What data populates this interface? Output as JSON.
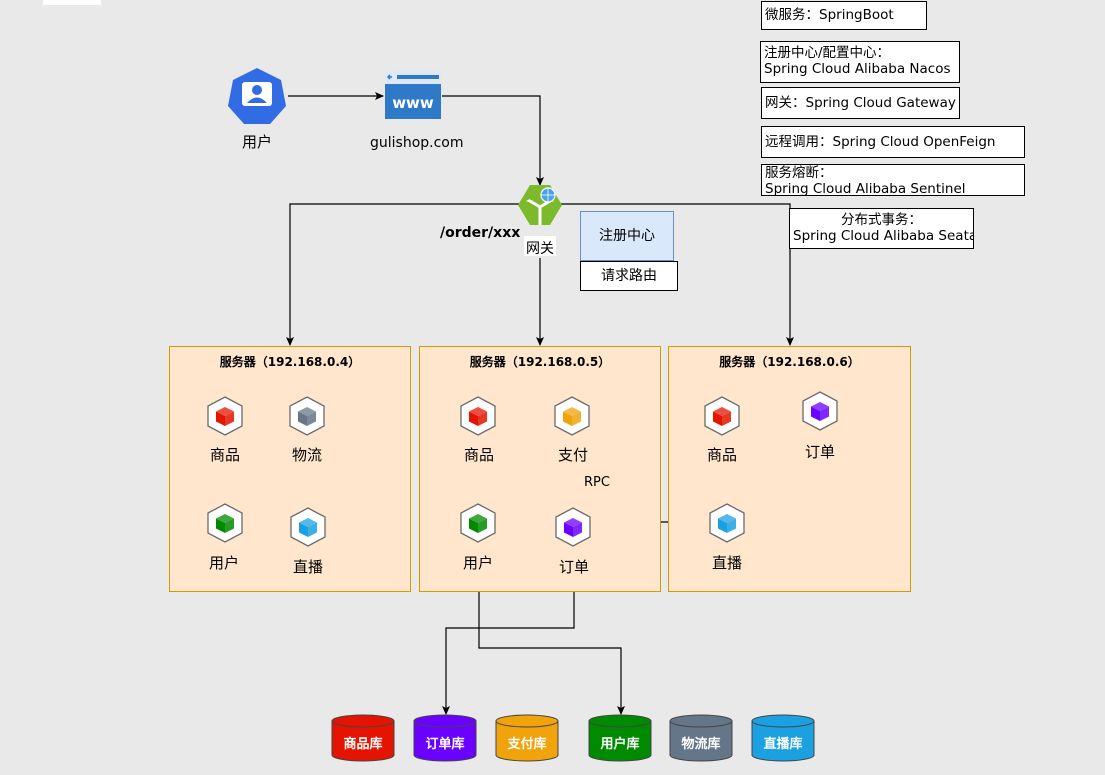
{
  "notes": {
    "microservice": "微服务：SpringBoot",
    "registry_line1": "注册中心/配置中心：",
    "registry_line2": "Spring Cloud Alibaba Nacos",
    "gateway": "网关：Spring Cloud Gateway",
    "rpc": "远程调用：Spring Cloud OpenFeign",
    "breaker_line1": "服务熔断：",
    "breaker_line2": "Spring Cloud Alibaba Sentinel",
    "tx_line1": "分布式事务：",
    "tx_line2": "Spring Cloud Alibaba Seata"
  },
  "user_label": "用户",
  "site_label": "gulishop.com",
  "site_icon_text": "www",
  "gateway_label": "网关",
  "route_path": "/order/xxx",
  "registry_box": "注册中心",
  "request_routing": "请求路由",
  "rpc_label": "RPC",
  "servers": [
    {
      "title": "服务器（192.168.0.4）",
      "services": [
        "商品",
        "物流",
        "用户",
        "直播"
      ]
    },
    {
      "title": "服务器（192.168.0.5）",
      "services": [
        "商品",
        "支付",
        "用户",
        "订单"
      ]
    },
    {
      "title": "服务器（192.168.0.6）",
      "services": [
        "商品",
        "订单",
        "直播"
      ]
    }
  ],
  "databases": [
    {
      "label": "商品库",
      "color": "#e51400"
    },
    {
      "label": "订单库",
      "color": "#6a00ff"
    },
    {
      "label": "支付库",
      "color": "#f0a30a"
    },
    {
      "label": "用户库",
      "color": "#008a00"
    },
    {
      "label": "物流库",
      "color": "#647687"
    },
    {
      "label": "直播库",
      "color": "#1ba1e2"
    }
  ],
  "colors": {
    "product": "#e51400",
    "logistics": "#647687",
    "user": "#008a00",
    "live": "#1ba1e2",
    "payment": "#f0a30a",
    "order": "#6a00ff"
  }
}
